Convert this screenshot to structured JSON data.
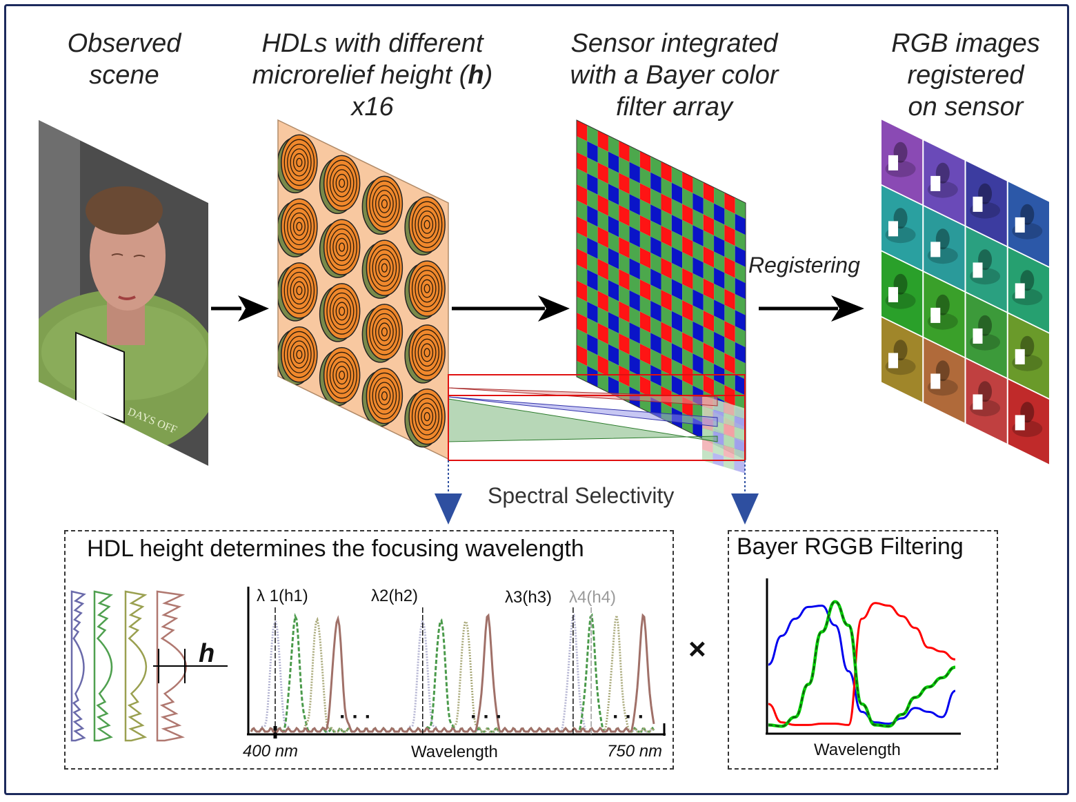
{
  "titles": {
    "scene": [
      "Observed",
      "scene"
    ],
    "hdl": [
      "HDLs with different",
      "microrelief height (",
      "h",
      ")",
      "x16"
    ],
    "sensor": [
      "Sensor integrated",
      "with a Bayer color",
      "filter array"
    ],
    "rgb": [
      "RGB images",
      "registered",
      "on sensor"
    ]
  },
  "labels": {
    "registering": "Registering",
    "spectral": "Spectral Selectivity",
    "times": "×",
    "h_symbol": "h",
    "dots": "· · ·"
  },
  "scene_photo": {
    "shirt_text": "DAYS OFF"
  },
  "hdl_box": {
    "title": "HDL height determines the focusing wavelength",
    "lambda1": "λ 1(h1)",
    "lambda2": "λ2(h2)",
    "lambda3": "λ3(h3)",
    "lambda4": "λ4(h4)",
    "x_min": "400 nm",
    "x_label": "Wavelength",
    "x_max": "750 nm"
  },
  "bayer_box": {
    "title": "Bayer RGGB Filtering",
    "x_label": "Wavelength"
  },
  "colors": {
    "frame": "#1c2a5c",
    "bayer_red": "#ff1414",
    "bayer_green": "#4ca84c",
    "bayer_blue": "#0a14c8",
    "hdl_plate": "#f8c8a0",
    "lens_orange": "#f0882c",
    "blue_arrow": "#2e4fa0",
    "lens_profiles": [
      "#6a6aaa",
      "#4fa04f",
      "#9aa050",
      "#b07870"
    ],
    "rgb_tile_rows": [
      [
        "#8a4ab4",
        "#6a4ab8",
        "#3c3ca0",
        "#2c58a8"
      ],
      [
        "#2aa0a0",
        "#2a9a9a",
        "#2aa080",
        "#26a070"
      ],
      [
        "#2aa02a",
        "#3aa02a",
        "#3c9a3a",
        "#6a9a2a"
      ],
      [
        "#a0862a",
        "#b06a3a",
        "#c04040",
        "#c02a2a"
      ]
    ]
  },
  "chart_data": [
    {
      "type": "line",
      "title": "HDL height determines the focusing wavelength",
      "xlabel": "Wavelength",
      "ylabel": "",
      "x_range_nm": [
        400,
        750
      ],
      "annotations": [
        "λ 1(h1)",
        "λ2(h2)",
        "λ3(h3)",
        "λ4(h4)",
        "400 nm",
        "750 nm"
      ],
      "series": [
        {
          "name": "h1",
          "color": "#b4b4d2",
          "style": "dotted",
          "peaks_nm": [
            400,
            547,
            697
          ]
        },
        {
          "name": "h2",
          "color": "#4a9a4a",
          "style": "dashed",
          "peaks_nm": [
            420,
            565,
            715
          ]
        },
        {
          "name": "h3",
          "color": "#a8a878",
          "style": "dotted",
          "peaks_nm": [
            442,
            590,
            740
          ]
        },
        {
          "name": "h4",
          "color": "#a07068",
          "style": "solid",
          "peaks_nm": [
            462,
            612,
            767
          ]
        }
      ]
    },
    {
      "type": "line",
      "title": "Bayer RGGB Filtering",
      "xlabel": "Wavelength",
      "ylabel": "",
      "series": [
        {
          "name": "B",
          "color": "#0000ee",
          "values": [
            0.5,
            0.72,
            0.85,
            0.94,
            0.95,
            0.8,
            0.45,
            0.14,
            0.06,
            0.05,
            0.09,
            0.17,
            0.14,
            0.1,
            0.3
          ]
        },
        {
          "name": "G",
          "color": "#00cc00",
          "values": [
            0.04,
            0.03,
            0.1,
            0.35,
            0.75,
            0.98,
            0.8,
            0.2,
            0.04,
            0.03,
            0.12,
            0.25,
            0.33,
            0.4,
            0.48
          ]
        },
        {
          "name": "R",
          "color": "#ff0000",
          "values": [
            0.2,
            0.06,
            0.04,
            0.04,
            0.05,
            0.05,
            0.04,
            0.85,
            0.97,
            0.95,
            0.87,
            0.78,
            0.63,
            0.6,
            0.54
          ]
        }
      ]
    }
  ]
}
